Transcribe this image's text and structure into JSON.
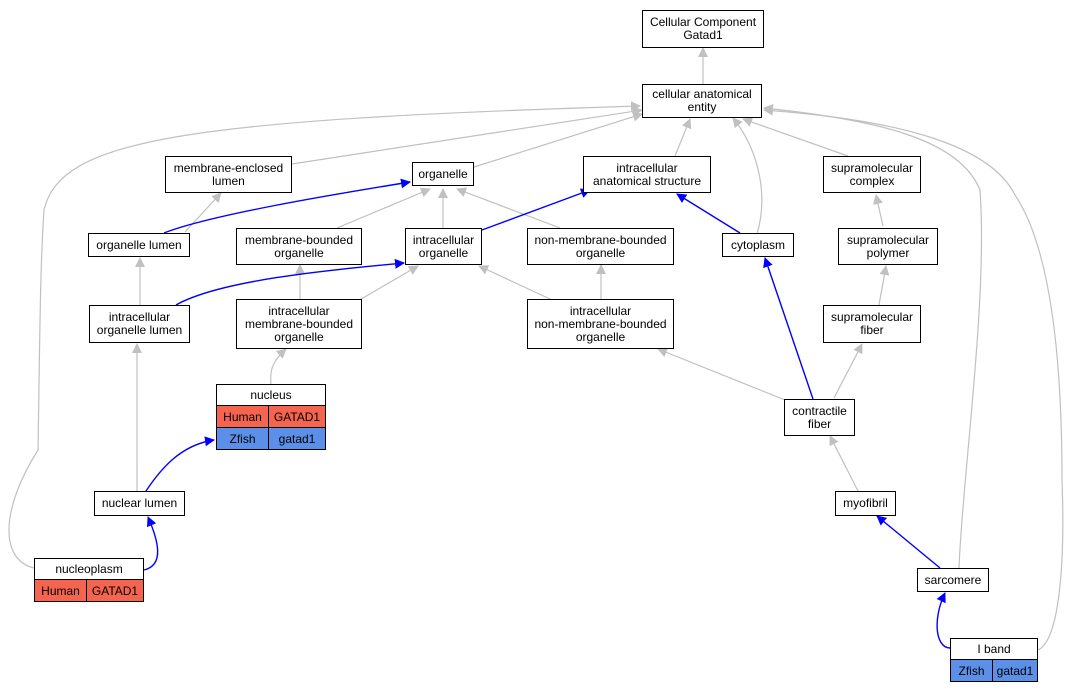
{
  "colors": {
    "inferred_edge": "#c0c0c0",
    "asserted_edge": "#0000ff",
    "human": "#f4644e",
    "zfish": "#5b8fe8"
  },
  "nodes": {
    "cc_root": "Cellular Component\nGatad1",
    "cae": "cellular anatomical\nentity",
    "mel": "membrane-enclosed\nlumen",
    "organelle": "organelle",
    "ias": "intracellular\nanatomical structure",
    "smc": "supramolecular\ncomplex",
    "ol": "organelle lumen",
    "mbo": "membrane-bounded\norganelle",
    "io": "intracellular\norganelle",
    "nmbo": "non-membrane-bounded\norganelle",
    "cytoplasm": "cytoplasm",
    "smp": "supramolecular\npolymer",
    "iol": "intracellular\norganelle lumen",
    "imbo": "intracellular\nmembrane-bounded\norganelle",
    "inmbo": "intracellular\nnon-membrane-bounded\norganelle",
    "smf": "supramolecular\nfiber",
    "cf": "contractile\nfiber",
    "nuclear_lumen": "nuclear lumen",
    "myofibril": "myofibril",
    "sarcomere": "sarcomere"
  },
  "annotated": {
    "nucleus": {
      "title": "nucleus",
      "rows": [
        [
          "Human",
          "GATAD1"
        ],
        [
          "Zfish",
          "gatad1"
        ]
      ]
    },
    "nucleoplasm": {
      "title": "nucleoplasm",
      "rows": [
        [
          "Human",
          "GATAD1"
        ]
      ]
    },
    "iband": {
      "title": "I band",
      "rows": [
        [
          "Zfish",
          "gatad1"
        ]
      ]
    }
  }
}
